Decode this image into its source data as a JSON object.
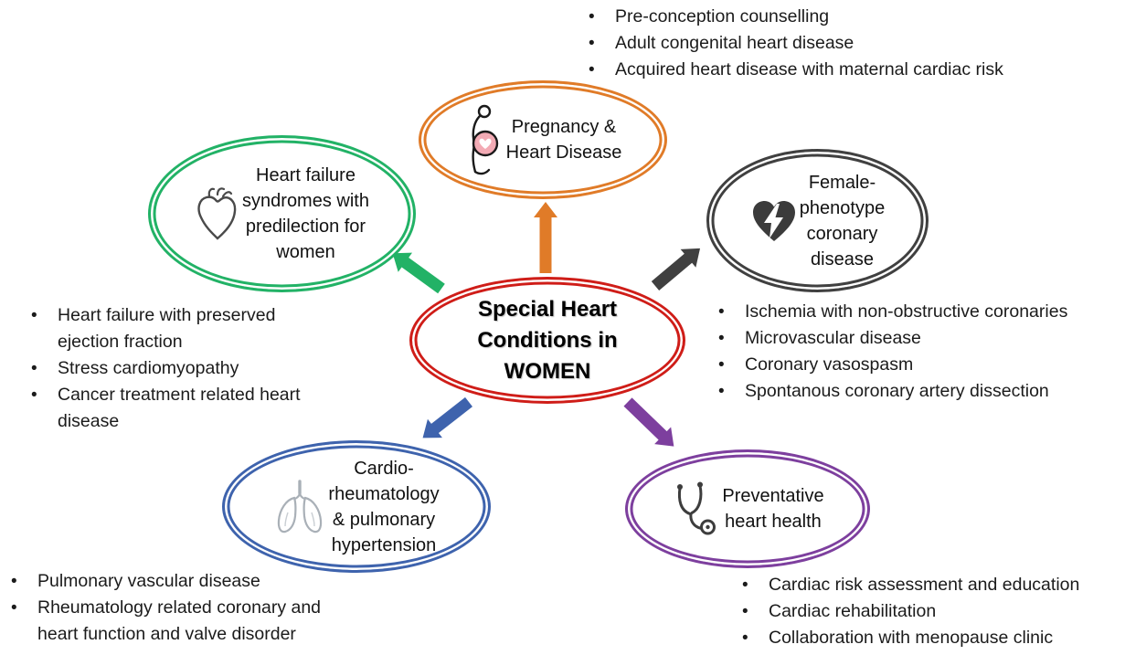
{
  "center": {
    "label": "Special Heart\nConditions in\nWOMEN",
    "color": "#CF1D18"
  },
  "nodes": {
    "pregnancy": {
      "label": "Pregnancy &\nHeart Disease",
      "color": "#E07B28",
      "icon": "pregnant-woman-icon",
      "bullets": [
        "Pre-conception counselling",
        "Adult congenital heart disease",
        "Acquired heart disease with maternal cardiac risk"
      ]
    },
    "heart_failure": {
      "label": "Heart failure\nsyndromes with\npredilection for\nwomen",
      "color": "#22B266",
      "icon": "anatomical-heart-icon",
      "bullets": [
        "Heart failure with preserved\nejection fraction",
        "Stress cardiomyopathy",
        "Cancer treatment related heart\ndisease"
      ]
    },
    "female_phenotype": {
      "label": "Female-\nphenotype\ncoronary\ndisease",
      "color": "#404040",
      "icon": "heart-lightning-icon",
      "bullets": [
        "Ischemia with non-obstructive coronaries",
        "Microvascular disease",
        "Coronary vasospasm",
        "Spontanous coronary artery dissection"
      ]
    },
    "cardio_rheumatology": {
      "label": "Cardio-\nrheumatology\n& pulmonary\nhypertension",
      "color": "#3E63AD",
      "icon": "lungs-icon",
      "bullets": [
        "Pulmonary vascular disease",
        "Rheumatology related coronary and\nheart function and valve disorder"
      ]
    },
    "preventative": {
      "label": "Preventative\nheart health",
      "color": "#7D3F9E",
      "icon": "stethoscope-icon",
      "bullets": [
        "Cardiac risk assessment and education",
        "Cardiac rehabilitation",
        "Collaboration with menopause clinic"
      ]
    }
  }
}
